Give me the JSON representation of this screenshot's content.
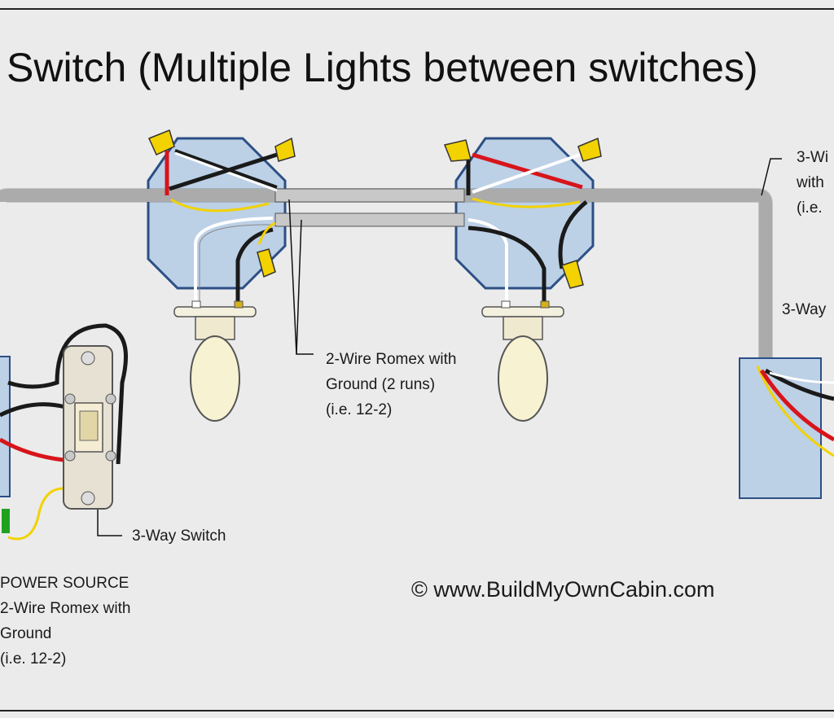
{
  "title": "Switch (Multiple Lights between switches)",
  "labels": {
    "romex_runs": [
      "2-Wire Romex with",
      "Ground (2 runs)",
      "(i.e. 12-2)"
    ],
    "switch_left": "3-Way Switch",
    "switch_right": "3-Way",
    "power_source": [
      "POWER SOURCE",
      "2-Wire Romex with",
      "Ground",
      "(i.e. 12-2)"
    ],
    "three_wire_romex": [
      "3-Wi",
      "with",
      "(i.e."
    ]
  },
  "copyright": "© www.BuildMyOwnCabin.com",
  "colors": {
    "background": "#ebebeb",
    "box_blue": "#bcd0e6",
    "box_border": "#2c4f86",
    "cable_gray": "#c8c8c8",
    "wire_black": "#1a1a1a",
    "wire_red": "#d8141b",
    "wire_yellow": "#f2d200",
    "wire_white": "#ffffff",
    "bulb": "#f7f2d2",
    "switch": "#e6e1d3"
  },
  "icons": [
    "octagon-junction-box-icon",
    "light-bulb-icon",
    "three-way-switch-icon",
    "wire-nut-icon",
    "switch-box-icon"
  ]
}
